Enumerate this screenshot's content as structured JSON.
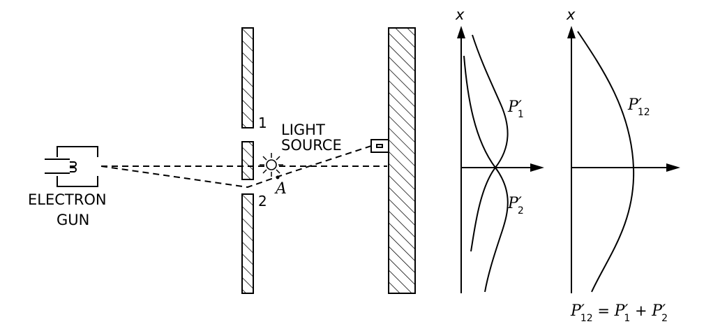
{
  "labels": {
    "electron_gun_line1": "ELECTRON",
    "electron_gun_line2": "GUN",
    "light_source_line1": "LIGHT",
    "light_source_line2": "SOURCE",
    "point_a": "A",
    "slit_1": "1",
    "slit_2": "2",
    "axis_x_left": "x",
    "axis_x_right": "x",
    "curve_p1": "P",
    "curve_p1_prime": "′",
    "curve_p1_sub": "1",
    "curve_p2": "P",
    "curve_p2_prime": "′",
    "curve_p2_sub": "2",
    "curve_p12": "P",
    "curve_p12_prime": "′",
    "curve_p12_sub": "12"
  },
  "equation": {
    "lhs_p": "P",
    "lhs_prime": "′",
    "lhs_sub": "12",
    "equals": " = ",
    "t1_p": "P",
    "t1_prime": "′",
    "t1_sub": "1",
    "plus": " + ",
    "t2_p": "P",
    "t2_prime": "′",
    "t2_sub": "2"
  }
}
